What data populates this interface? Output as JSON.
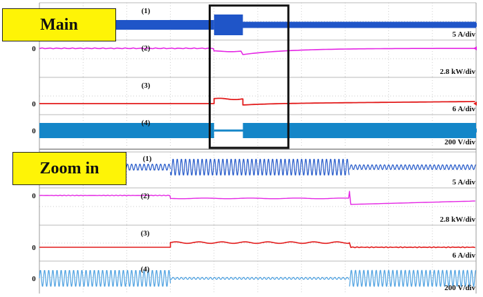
{
  "labels": {
    "main": "Main",
    "zoom": "Zoom in",
    "zero": "0"
  },
  "colors": {
    "ch1": "#1f55c8",
    "ch2": "#e424e4",
    "ch3": "#e21a1a",
    "ch4": "#1486c8",
    "ch4_zoom": "#4a9fe0",
    "grid": "#b8b8b8",
    "label_bg": "#fef406",
    "zoom_box": "#111111"
  },
  "chart_data": [
    {
      "type": "line",
      "title": "Main",
      "zoom_window": {
        "from": 0.39,
        "to": 0.57
      },
      "event_times": {
        "start": 0.4,
        "end": 0.466
      },
      "series": [
        {
          "name": "(1)",
          "scale": "5 A/div",
          "kind": "current",
          "baseline_level": 1.4,
          "burst_level": 3.0,
          "after_level": 0.9,
          "zero_marker": false
        },
        {
          "name": "(2)",
          "scale": "2.8 kW/div",
          "kind": "power",
          "baseline_level": 0.2,
          "step_level": 0.8,
          "dip_level": 0.9,
          "zero_marker": true
        },
        {
          "name": "(3)",
          "scale": "6 A/div",
          "kind": "dc_current",
          "baseline_level": 0.15,
          "step_level": 1.35,
          "zero_marker": true
        },
        {
          "name": "(4)",
          "scale": "200 V/div",
          "kind": "voltage",
          "baseline_level": 2.2,
          "reduced_level": 0.3,
          "zero_marker": true
        }
      ]
    },
    {
      "type": "line",
      "title": "Zoom in",
      "event_times": {
        "start": 0.3,
        "end": 0.71
      },
      "series": [
        {
          "name": "(1)",
          "scale": "5 A/div",
          "kind": "current",
          "before_amplitude": 0.45,
          "during_amplitude": 1.2,
          "after_amplitude": 0.35,
          "zero_marker": false
        },
        {
          "name": "(2)",
          "scale": "2.8 kW/div",
          "kind": "power",
          "baseline_level": 0.15,
          "step_level": 0.85,
          "after_drop_level": 1.3,
          "zero_marker": true
        },
        {
          "name": "(3)",
          "scale": "6 A/div",
          "kind": "dc_current",
          "baseline_level": 0.15,
          "step_level": 1.35,
          "zero_marker": true
        },
        {
          "name": "(4)",
          "scale": "200 V/div",
          "kind": "voltage",
          "before_amplitude": 1.2,
          "during_amplitude": 0.15,
          "after_amplitude": 1.2,
          "zero_marker": true
        }
      ]
    }
  ]
}
